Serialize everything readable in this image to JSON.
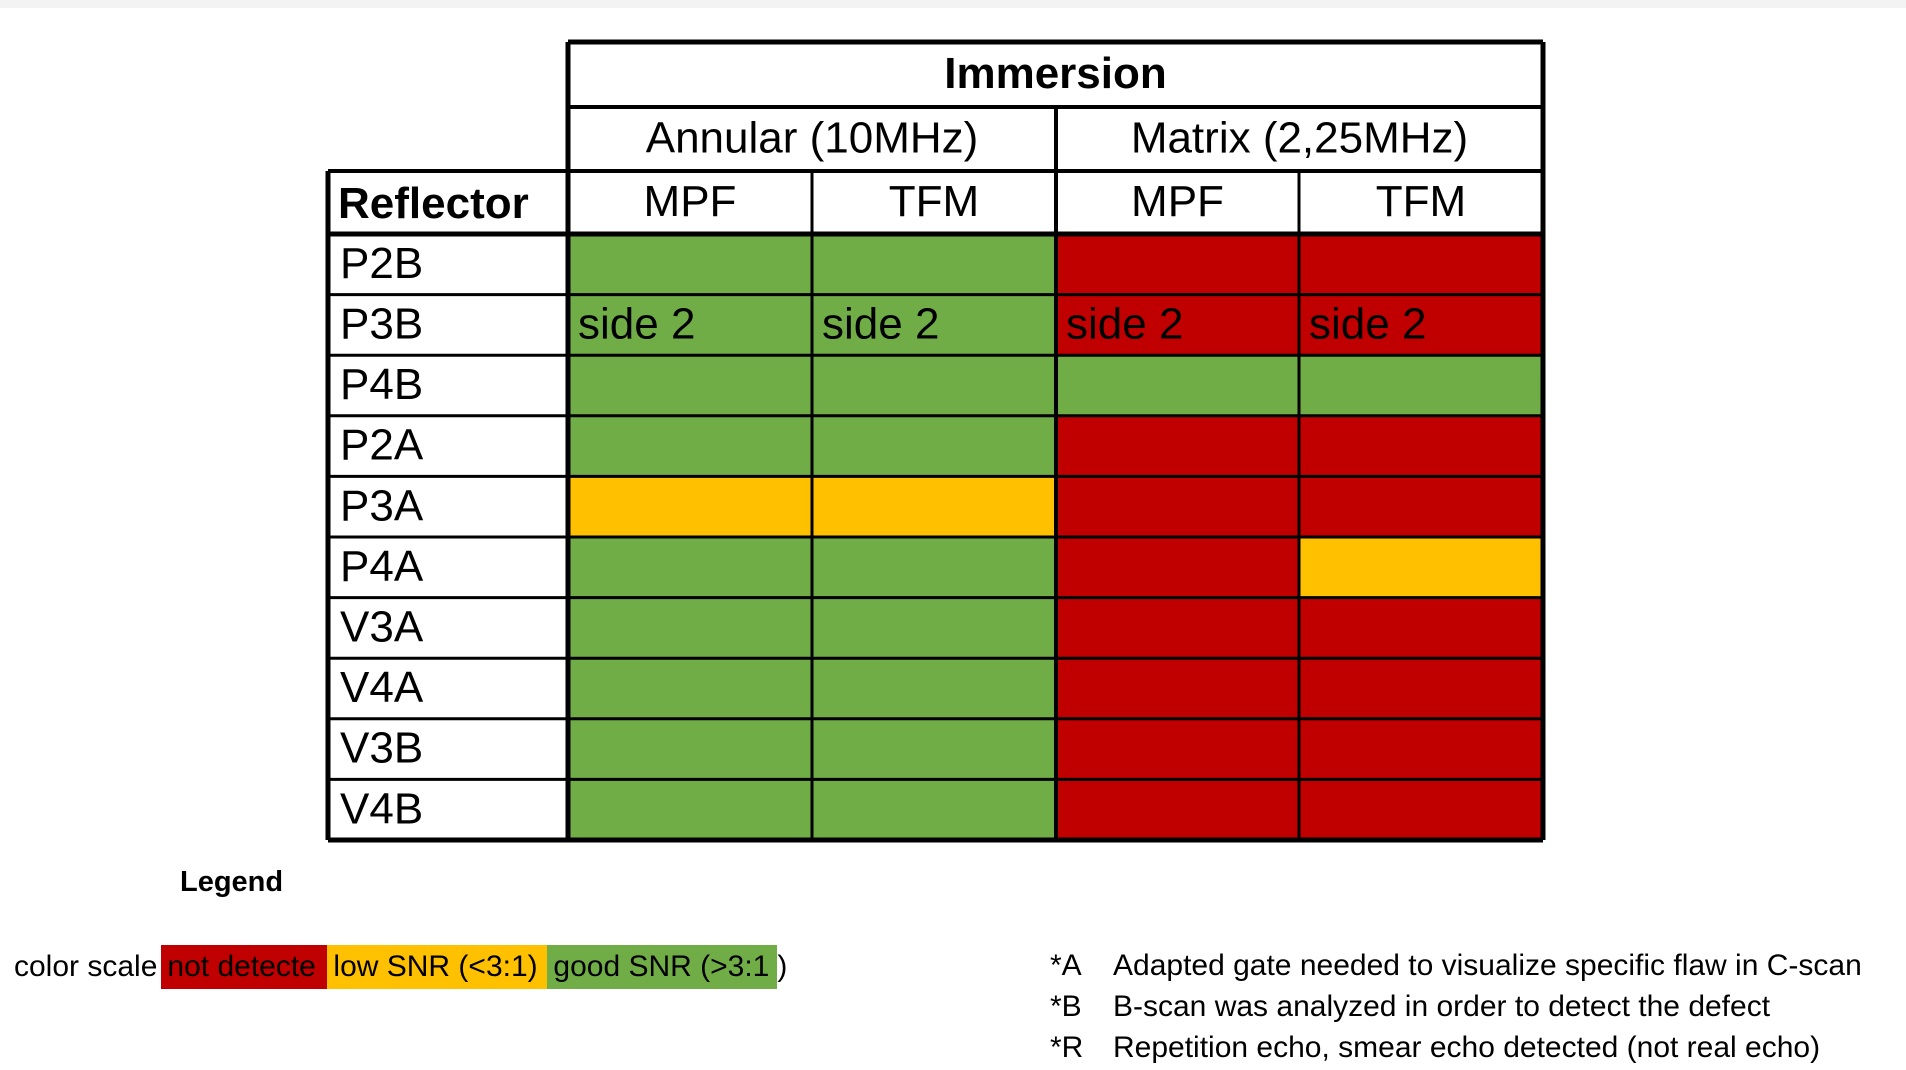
{
  "table": {
    "group_header": "Immersion",
    "probes": [
      {
        "label": "Annular (10MHz)",
        "methods": [
          "MPF",
          "TFM"
        ]
      },
      {
        "label": "Matrix (2,25MHz)",
        "methods": [
          "MPF",
          "TFM"
        ]
      }
    ],
    "row_header": "Reflector"
  },
  "chart_data": {
    "type": "heatmap",
    "title": "Immersion",
    "columns": [
      "Annular (10MHz) MPF",
      "Annular (10MHz) TFM",
      "Matrix (2,25MHz) MPF",
      "Matrix (2,25MHz) TFM"
    ],
    "rows": [
      "P2B",
      "P3B",
      "P4B",
      "P2A",
      "P3A",
      "P4A",
      "V3A",
      "V4A",
      "V3B",
      "V4B"
    ],
    "values": [
      [
        "good",
        "good",
        "not",
        "not"
      ],
      [
        "good",
        "good",
        "not",
        "not"
      ],
      [
        "good",
        "good",
        "good",
        "good"
      ],
      [
        "good",
        "good",
        "not",
        "not"
      ],
      [
        "low",
        "low",
        "not",
        "not"
      ],
      [
        "good",
        "good",
        "not",
        "low"
      ],
      [
        "good",
        "good",
        "not",
        "not"
      ],
      [
        "good",
        "good",
        "not",
        "not"
      ],
      [
        "good",
        "good",
        "not",
        "not"
      ],
      [
        "good",
        "good",
        "not",
        "not"
      ]
    ],
    "cell_text": [
      [
        "",
        "",
        "",
        ""
      ],
      [
        "side 2",
        "side 2",
        "side 2",
        "side 2"
      ],
      [
        "",
        "",
        "",
        ""
      ],
      [
        "",
        "",
        "",
        ""
      ],
      [
        "",
        "",
        "",
        ""
      ],
      [
        "",
        "",
        "",
        ""
      ],
      [
        "",
        "",
        "",
        ""
      ],
      [
        "",
        "",
        "",
        ""
      ],
      [
        "",
        "",
        "",
        ""
      ],
      [
        "",
        "",
        "",
        ""
      ]
    ],
    "colors": {
      "good": "#70ad47",
      "low": "#ffc000",
      "not": "#c00000"
    }
  },
  "legend": {
    "title": "Legend",
    "scale_label": "color scale",
    "items": [
      {
        "key": "not",
        "label": "not detecte"
      },
      {
        "key": "low",
        "label": "low SNR (<3:1)"
      },
      {
        "key": "good",
        "label": "good SNR (>3:1"
      }
    ],
    "closing_paren": ")"
  },
  "notes": [
    {
      "code": "*A",
      "text": "Adapted gate needed to visualize specific flaw in C-scan"
    },
    {
      "code": "*B",
      "text": "B-scan was analyzed in order to detect the defect"
    },
    {
      "code": "*R",
      "text": "Repetition echo, smear echo detected (not real echo)"
    }
  ]
}
